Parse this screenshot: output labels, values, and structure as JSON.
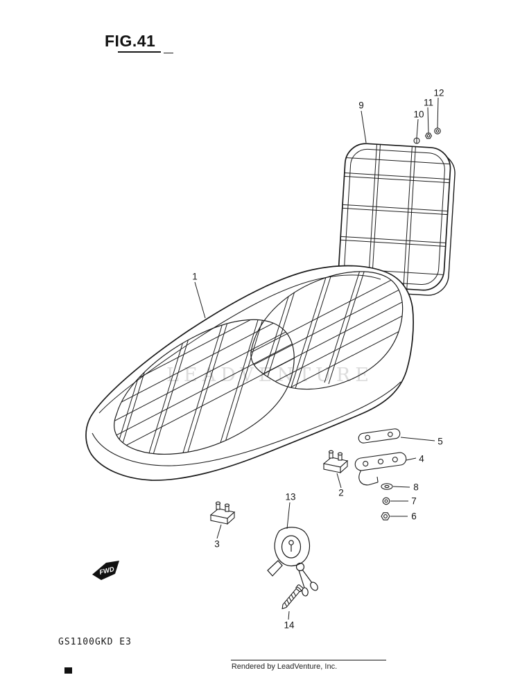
{
  "figure": {
    "title": "FIG.41",
    "model_code": "GS1100GKD E3",
    "footer_credit": "Rendered by LeadVenture, Inc.",
    "watermark": "LEADVENTURE",
    "fwd_label": "FWD"
  },
  "callouts": [
    {
      "label": "1"
    },
    {
      "label": "2"
    },
    {
      "label": "3"
    },
    {
      "label": "4"
    },
    {
      "label": "5"
    },
    {
      "label": "6"
    },
    {
      "label": "7"
    },
    {
      "label": "8"
    },
    {
      "label": "9"
    },
    {
      "label": "10"
    },
    {
      "label": "11"
    },
    {
      "label": "12"
    },
    {
      "label": "13"
    },
    {
      "label": "14"
    }
  ],
  "colors": {
    "line": "#1a1a1a",
    "paper": "#ffffff",
    "watermark": "#c4c4c4",
    "fwd_arrow": "#111111"
  }
}
